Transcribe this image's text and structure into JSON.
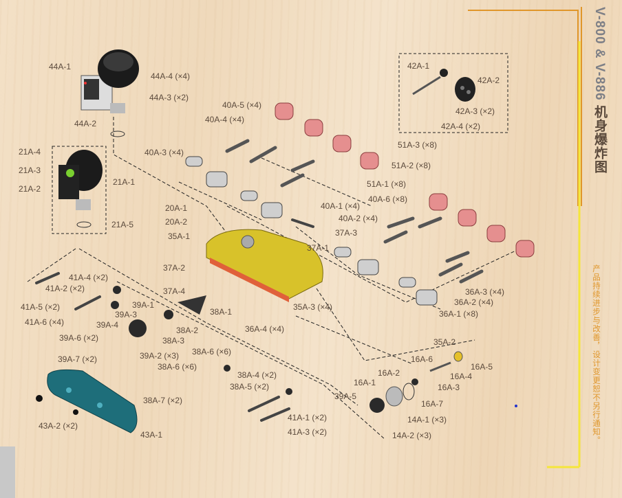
{
  "header": {
    "title_model": "V-800 & V-886",
    "title_cn": "机身爆炸图"
  },
  "note": "产品持续进步与改善，设计变更恕不另行通知。",
  "colors": {
    "background": "#f1dcc0",
    "accent_orange": "#e0962a",
    "accent_yellow": "#f5e63a",
    "housing": "#d8c22a",
    "roller": "#e08a8a",
    "cover": "#1e6e7a"
  },
  "labels": [
    "44A-1",
    "44A-4 (×4)",
    "44A-3 (×2)",
    "44A-2",
    "21A-4",
    "21A-3",
    "21A-2",
    "21A-1",
    "21A-5",
    "40A-5 (×4)",
    "40A-4 (×4)",
    "40A-3 (×4)",
    "42A-1",
    "42A-2",
    "42A-3 (×2)",
    "42A-4 (×2)",
    "51A-3 (×8)",
    "51A-2 (×8)",
    "51A-1 (×8)",
    "40A-6 (×8)",
    "40A-1 (×4)",
    "40A-2 (×4)",
    "37A-3",
    "37A-1",
    "20A-1",
    "20A-2",
    "35A-1",
    "37A-2",
    "37A-4",
    "41A-4 (×2)",
    "41A-2 (×2)",
    "41A-5 (×2)",
    "41A-6 (×4)",
    "39A-1",
    "39A-3",
    "39A-4",
    "39A-6 (×2)",
    "39A-7 (×2)",
    "39A-2 (×3)",
    "38A-2",
    "38A-3",
    "38A-1",
    "36A-4 (×4)",
    "35A-3 (×4)",
    "36A-3 (×4)",
    "36A-2 (×4)",
    "36A-1 (×8)",
    "35A-2",
    "16A-6",
    "16A-5",
    "16A-4",
    "16A-3",
    "16A-2",
    "16A-1",
    "16A-7",
    "39A-5",
    "14A-1 (×3)",
    "14A-2 (×3)",
    "38A-6 (×6)",
    "38A-6 (×6)",
    "38A-4 (×2)",
    "38A-5 (×2)",
    "38A-7 (×2)",
    "41A-1 (×2)",
    "41A-3 (×2)",
    "43A-2 (×2)",
    "43A-1"
  ]
}
